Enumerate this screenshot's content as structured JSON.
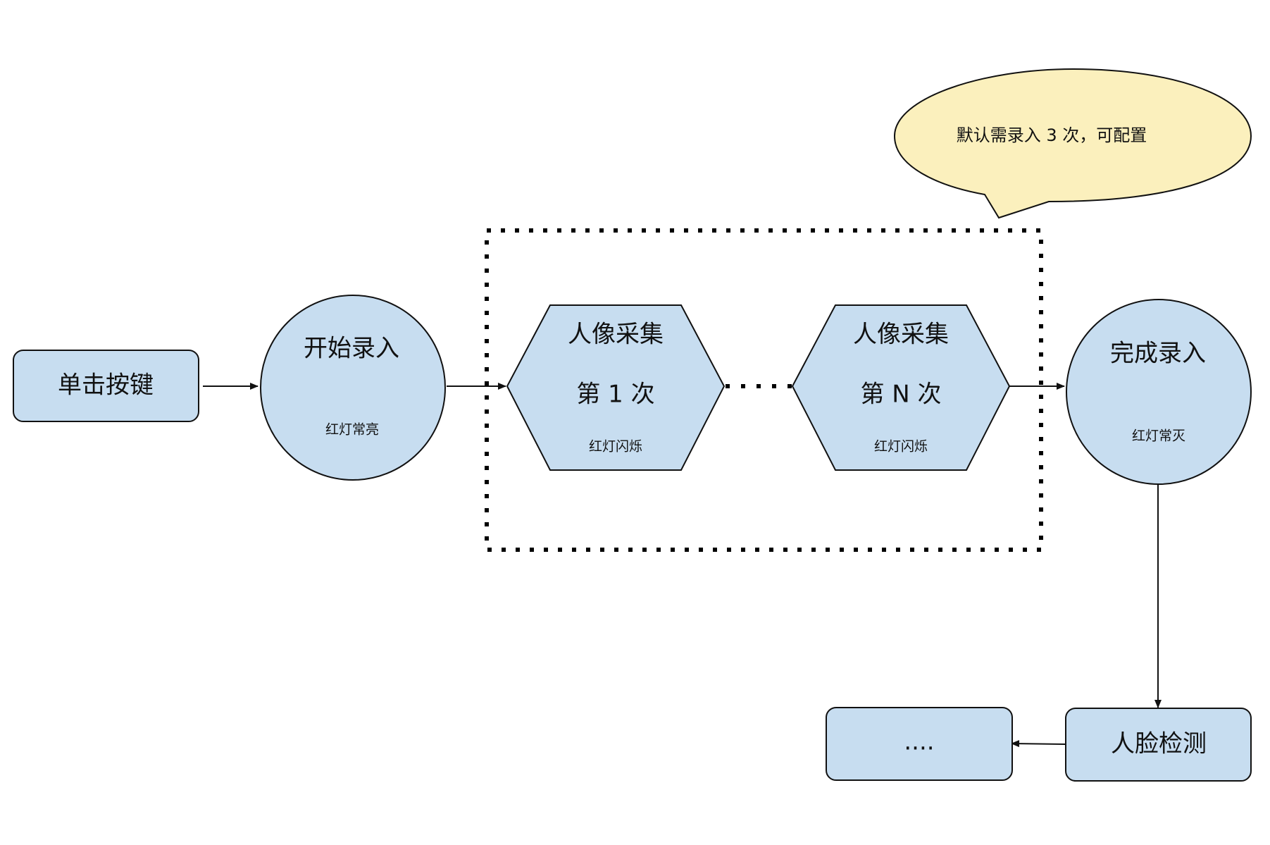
{
  "nodes": {
    "press_key": {
      "title": "单击按键"
    },
    "start_enroll": {
      "title": "开始录入",
      "status": "红灯常亮"
    },
    "capture_1": {
      "title": "人像采集",
      "count": "第 1 次",
      "status": "红灯闪烁"
    },
    "capture_n": {
      "title": "人像采集",
      "count": "第 N 次",
      "status": "红灯闪烁"
    },
    "finish_enroll": {
      "title": "完成录入",
      "status": "红灯常灭"
    },
    "face_detect": {
      "title": "人脸检测"
    },
    "next_step": {
      "title": "...."
    }
  },
  "callout": {
    "text": "默认需录入 3 次，可配置"
  },
  "colors": {
    "node_fill": "#c7ddf0",
    "callout_fill": "#fbf0bd",
    "stroke": "#111111"
  }
}
